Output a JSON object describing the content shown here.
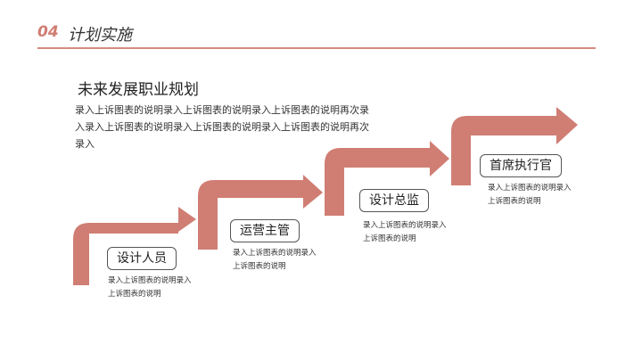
{
  "header": {
    "number": "04",
    "title": "计划实施"
  },
  "section": {
    "title": "未来发展职业规划",
    "intro": "录入上诉图表的说明录入上诉图表的说明录入上诉图表的说明再次录入录入上诉图表的说明录入上诉图表的说明录入上诉图表的说明再次录入"
  },
  "steps": [
    {
      "label": "设计人员",
      "desc": "录入上诉图表的说明录入上诉图表的说明"
    },
    {
      "label": "运营主管",
      "desc": "录入上诉图表的说明录入上诉图表的说明"
    },
    {
      "label": "设计总监",
      "desc": "录入上诉图表的说明录入上诉图表的说明"
    },
    {
      "label": "首席执行官",
      "desc": "录入上诉图表的说明录入上诉图表的说明"
    }
  ],
  "colors": {
    "accent": "#d07e74",
    "line": "#d88a80"
  }
}
